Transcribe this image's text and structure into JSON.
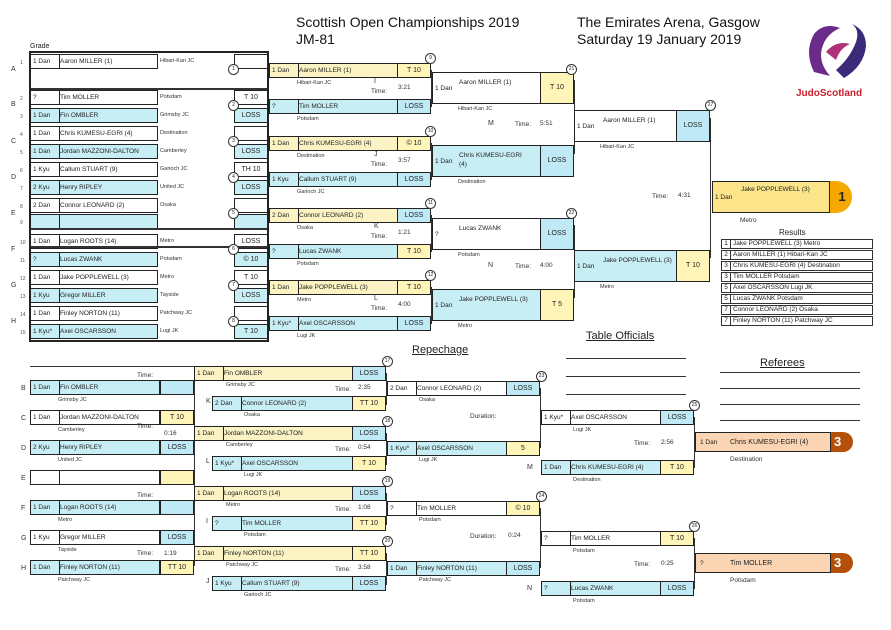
{
  "header": {
    "title": "Scottish Open Championships 2019",
    "category": "JM-81",
    "venue": "The Emirates Arena, Gasgow",
    "date": "Saturday 19 January 2019",
    "grade_label": "Grade",
    "logo_text": "JudoScotland",
    "repechage": "Repechage",
    "table_officials": "Table Officials",
    "referees": "Referees",
    "results_title": "Results"
  },
  "pools_letters": [
    "A",
    "B",
    "C",
    "D",
    "E",
    "F",
    "G",
    "H"
  ],
  "entrants": [
    {
      "g": "1 Dan",
      "n": "Aaron MILLER (1)",
      "c": "Hibari-Kan JC",
      "bg": "w"
    },
    {
      "g": "?",
      "n": "Tim MOLLER",
      "c": "Potsdam",
      "bg": "w"
    },
    {
      "g": "1 Dan",
      "n": "Fin OMBLER",
      "c": "Grimsby JC",
      "bg": "b"
    },
    {
      "g": "1 Dan",
      "n": "Chris KUMESU-EGRI (4)",
      "c": "Destination",
      "bg": "w"
    },
    {
      "g": "1 Dan",
      "n": "Jordan MAZZONI-DALTON",
      "c": "Camberley",
      "bg": "b"
    },
    {
      "g": "1 Kyu",
      "n": "Callum STUART (9)",
      "c": "Garioch JC",
      "bg": "w"
    },
    {
      "g": "2 Kyu",
      "n": "Henry RIPLEY",
      "c": "United JC",
      "bg": "b"
    },
    {
      "g": "2 Dan",
      "n": "Connor LEONARD (2)",
      "c": "Osaka",
      "bg": "w"
    },
    {
      "g": "",
      "n": "",
      "c": "",
      "bg": "b"
    },
    {
      "g": "1 Dan",
      "n": "Logan ROOTS (14)",
      "c": "Metro",
      "bg": "w"
    },
    {
      "g": "?",
      "n": "Lucas ZWANK",
      "c": "Potsdam",
      "bg": "b"
    },
    {
      "g": "1 Dan",
      "n": "Jake POPPLEWELL (3)",
      "c": "Metro",
      "bg": "w"
    },
    {
      "g": "1 Kyu",
      "n": "Gregor MILLER",
      "c": "Tayside",
      "bg": "b"
    },
    {
      "g": "1 Dan",
      "n": "Finley NORTON (11)",
      "c": "Patchway JC",
      "bg": "w"
    },
    {
      "g": "1 Kyu*",
      "n": "Axel OSCARSSON",
      "c": "Lugi JK",
      "bg": "b"
    }
  ],
  "r1_scores": [
    "",
    "T 10",
    "LOSS",
    "",
    "LOSS",
    "TH 10",
    "LOSS",
    "",
    "",
    "LOSS",
    "© 10",
    "T 10",
    "LOSS",
    "",
    "T 10"
  ],
  "r2": [
    {
      "top": "Aaron MILLER (1)",
      "tc": "Hibari-Kan JC",
      "bot": "Tim MOLLER",
      "bc": "Potsdam",
      "tg": "1 Dan",
      "bg2": "?",
      "ts": "T 10",
      "bs": "LOSS",
      "m": "I",
      "t": "3:21"
    },
    {
      "top": "Chris KUMESU-EGRI (4)",
      "tc": "Destination",
      "bot": "Callum STUART (9)",
      "bc": "Garioch JC",
      "tg": "1 Dan",
      "bg2": "1 Kyu",
      "ts": "© 10",
      "bs": "LOSS",
      "m": "J",
      "t": "3:57"
    },
    {
      "top": "Connor LEONARD (2)",
      "tc": "Osaka",
      "bot": "Lucas ZWANK",
      "bc": "Potsdam",
      "tg": "2 Dan",
      "bg2": "?",
      "ts": "LOSS",
      "bs": "T 10",
      "m": "K",
      "t": "1:21"
    },
    {
      "top": "Jake POPPLEWELL (3)",
      "tc": "Metro",
      "bot": "Axel OSCARSSON",
      "bc": "Lugi JK",
      "tg": "1 Dan",
      "bg2": "1 Kyu*",
      "ts": "T 10",
      "bs": "LOSS",
      "m": "L",
      "t": "4:00"
    }
  ],
  "r3": [
    {
      "n": "Aaron MILLER (1)",
      "c": "Hibari-Kan JC",
      "g": "1 Dan",
      "s": "T 10",
      "bgc": "w"
    },
    {
      "n": "Chris KUMESU-EGRI (4)",
      "c": "Destination",
      "g": "1 Dan",
      "s": "LOSS",
      "bgc": "b"
    },
    {
      "n": "Lucas ZWANK",
      "c": "Potsdam",
      "g": "?",
      "s": "LOSS",
      "bgc": "w"
    },
    {
      "n": "Jake POPPLEWELL (3)",
      "c": "Metro",
      "g": "1 Dan",
      "s": "T 5",
      "bgc": "b"
    }
  ],
  "semis": [
    {
      "m": "M",
      "t": "5:51"
    },
    {
      "m": "N",
      "t": "4:00"
    }
  ],
  "finalists": [
    {
      "n": "Aaron MILLER (1)",
      "c": "Hibari-Kan JC",
      "g": "1 Dan",
      "s": "LOSS"
    },
    {
      "n": "Jake POPPLEWELL (3)",
      "c": "Metro",
      "g": "1 Dan",
      "s": "T 10"
    }
  ],
  "final_time": "4:31",
  "winner": {
    "g": "1 Dan",
    "n": "Jake POPPLEWELL (3)",
    "c": "Metro",
    "place": "1"
  },
  "results": [
    {
      "i": "1",
      "t": "Jake POPPLEWELL (3) Metro"
    },
    {
      "i": "2",
      "t": "Aaron MILLER (1) Hibari-Kan JC"
    },
    {
      "i": "3",
      "t": "Chris KUMESU-EGRI (4) Destination"
    },
    {
      "i": "3",
      "t": "Tim MOLLER Potsdam"
    },
    {
      "i": "5",
      "t": "Axel OSCARSSON Lugi JK"
    },
    {
      "i": "5",
      "t": "Lucas ZWANK Potsdam"
    },
    {
      "i": "7",
      "t": "Connor LEONARD (2) Osaka"
    },
    {
      "i": "7",
      "t": "Finley NORTON (11) Patchway JC"
    }
  ],
  "rep_left": [
    {
      "g": "1 Dan",
      "n": "Fin OMBLER",
      "c": "Grimsby JC",
      "bg": "b"
    },
    {
      "g": "1 Dan",
      "n": "Jordan MAZZONI-DALTON",
      "c": "Camberley",
      "bg": "w"
    },
    {
      "g": "2 Kyu",
      "n": "Henry RIPLEY",
      "c": "United JC",
      "bg": "b"
    },
    {
      "g": "",
      "n": "",
      "c": "",
      "bg": "w"
    },
    {
      "g": "1 Dan",
      "n": "Logan ROOTS (14)",
      "c": "Metro",
      "bg": "b"
    },
    {
      "g": "1 Kyu",
      "n": "Gregor MILLER",
      "c": "Tayside",
      "bg": "w"
    },
    {
      "g": "1 Dan",
      "n": "Finley NORTON (11)",
      "c": "Patchway JC",
      "bg": "b"
    }
  ],
  "rep_r1_scores": [
    "",
    "T 10",
    "LOSS",
    "",
    "",
    "LOSS",
    "TT 10"
  ],
  "rep_r1_times": [
    "",
    "0:16",
    "",
    "",
    "",
    "1:19",
    ""
  ],
  "rep_r2": [
    {
      "top": "Fin OMBLER",
      "tc": "Grimsby JC",
      "tg": "1 Dan",
      "ts": "LOSS",
      "bot": "Connor LEONARD (2)",
      "bc": "Osaka",
      "bgr": "2 Dan",
      "bs": "TT 10",
      "m": "K",
      "t": "2:35"
    },
    {
      "top": "Jordan MAZZONI-DALTON",
      "tc": "Camberley",
      "tg": "1 Dan",
      "ts": "LOSS",
      "bot": "Axel OSCARSSON",
      "bc": "Lugi JK",
      "bgr": "1 Kyu*",
      "bs": "T 10",
      "m": "L",
      "t": "0:54"
    },
    {
      "top": "Logan ROOTS (14)",
      "tc": "Metro",
      "tg": "1 Dan",
      "ts": "LOSS",
      "bot": "Tim MOLLER",
      "bc": "Potsdam",
      "bgr": "?",
      "bs": "TT 10",
      "m": "I",
      "t": "1:08"
    },
    {
      "top": "Finley NORTON (11)",
      "tc": "Patchway JC",
      "tg": "1 Dan",
      "ts": "TT 10",
      "bot": "Callum STUART (9)",
      "bc": "Garioch JC",
      "bgr": "1 Kyu",
      "bs": "LOSS",
      "m": "J",
      "t": "3:58"
    }
  ],
  "rep_r3": [
    {
      "g": "2 Dan",
      "n": "Connor LEONARD (2)",
      "c": "Osaka",
      "s": "LOSS",
      "bgc": "w"
    },
    {
      "g": "1 Kyu*",
      "n": "Axel OSCARSSON",
      "c": "Lugi JK",
      "s": "5",
      "bgc": "b"
    },
    {
      "g": "?",
      "n": "Tim MOLLER",
      "c": "Potsdam",
      "s": "© 10",
      "bgc": "w"
    },
    {
      "g": "1 Dan",
      "n": "Finley NORTON (11)",
      "c": "Patchway JC",
      "s": "LOSS",
      "bgc": "b"
    }
  ],
  "rep_r3_labels": [
    "Duration:",
    "Duration:"
  ],
  "rep_r3_times": [
    "",
    "0:24"
  ],
  "bronze": [
    {
      "top": "Axel OSCARSSON",
      "tc": "Lugi JK",
      "tg": "1 Kyu*",
      "ts": "LOSS",
      "bot": "Chris KUMESU-EGRI (4)",
      "bc": "Destination",
      "bgr": "1 Dan",
      "bs": "T 10",
      "m": "M",
      "t": "2:56",
      "winner": "Chris KUMESU-EGRI (4)",
      "wc": "Destination",
      "wg": "1 Dan",
      "place": "3"
    },
    {
      "top": "Tim MOLLER",
      "tc": "Potsdam",
      "tg": "?",
      "ts": "T 10",
      "bot": "Lucas ZWANK",
      "bc": "Potsdam",
      "bgr": "?",
      "bs": "LOSS",
      "m": "N",
      "t": "0:25",
      "winner": "Tim MOLLER",
      "wc": "Potsdam",
      "wg": "?",
      "place": "3"
    }
  ],
  "labels": {
    "time": "Time:",
    "duration": "Duration:"
  },
  "colors": {
    "gold": "#f5a800",
    "bronze": "#b5500a",
    "bronze_fill": "#fbd5b3",
    "winner_fill": "#fbe48a"
  }
}
